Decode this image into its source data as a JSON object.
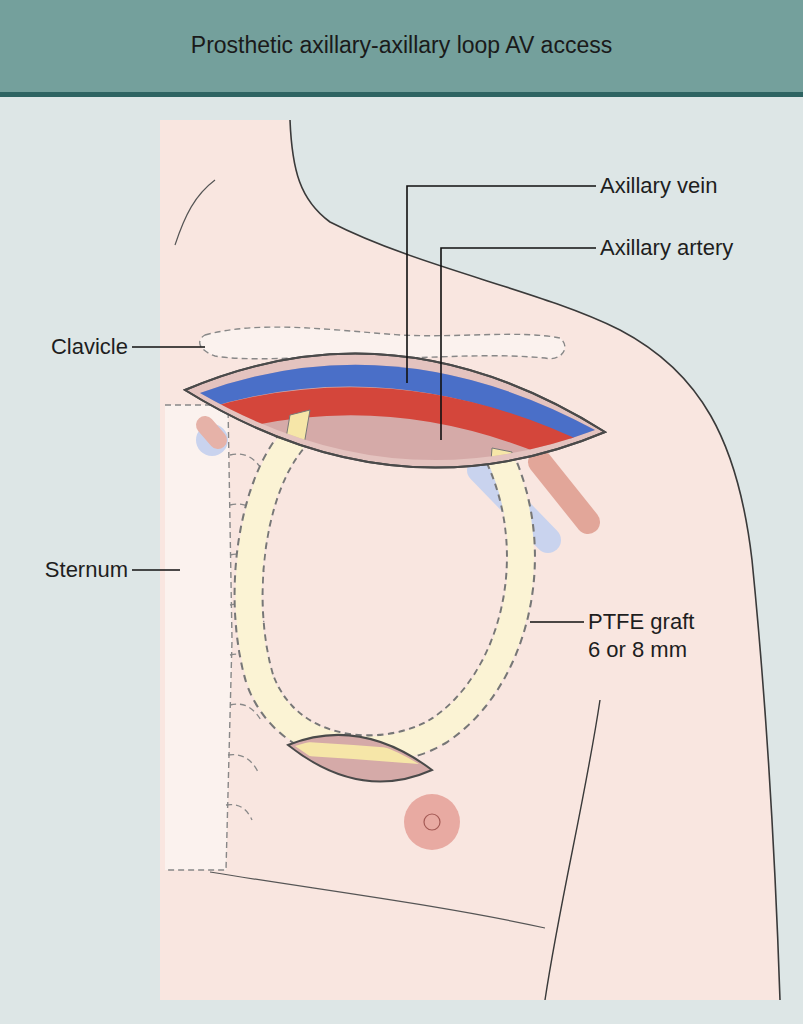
{
  "diagram": {
    "title": "Prosthetic axillary-axillary loop AV access",
    "labels": [
      "Axillary vein",
      "Axillary artery",
      "Clavicle",
      "Sternum",
      "PTFE graft 6 or 8 mm"
    ]
  }
}
